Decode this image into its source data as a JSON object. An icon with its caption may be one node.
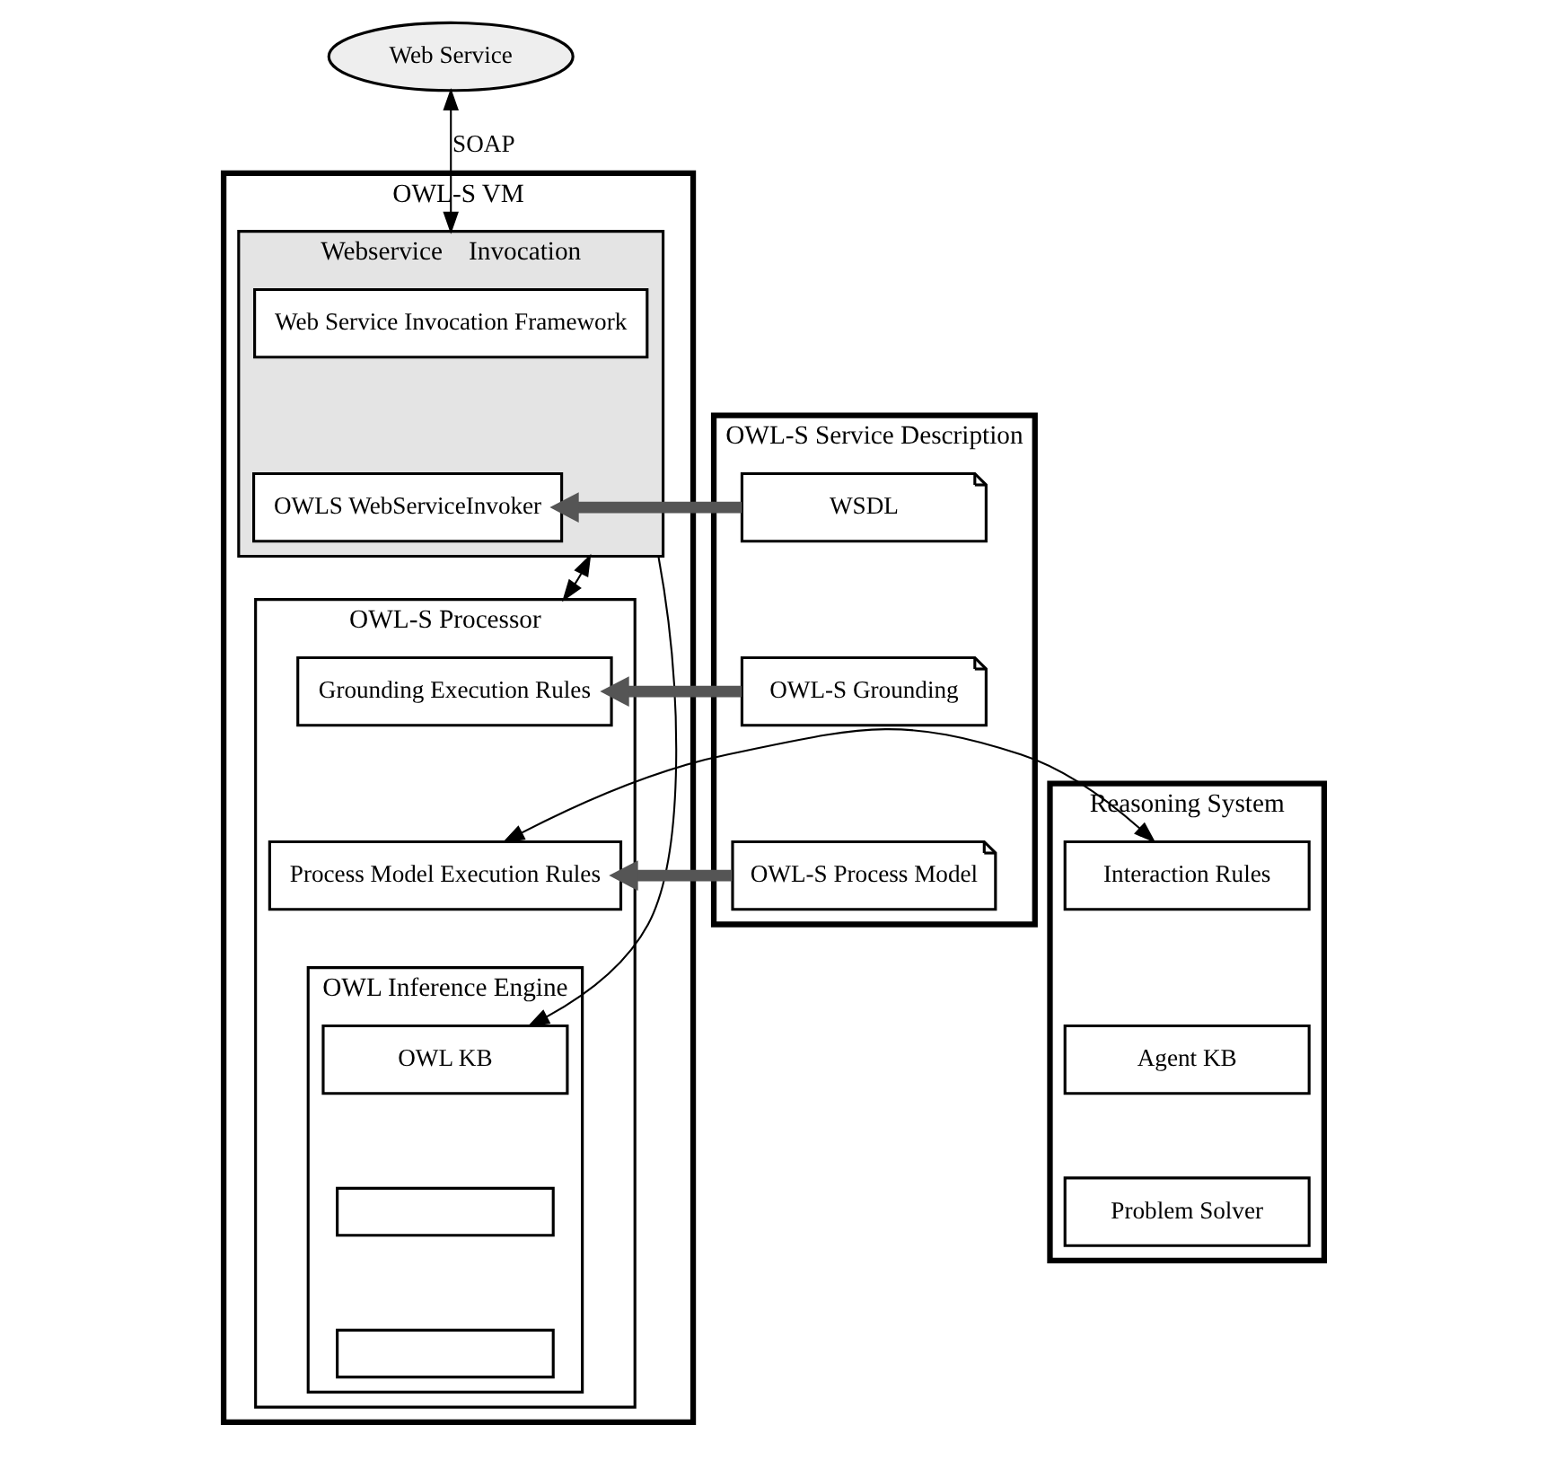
{
  "diagram": {
    "nodes": [
      {
        "text": [
          "Web Service"
        ]
      },
      {
        "text": [
          "OWL-S VM"
        ]
      },
      {
        "text": [
          "Webservice    Invocation"
        ],
        "in": 1
      },
      {
        "text": [
          "Web Service Invocation Framework"
        ],
        "in": 2
      },
      {
        "text": [
          "OWLS WebServiceInvoker"
        ],
        "in": 2
      },
      {
        "text": [
          "OWL-S Processor"
        ],
        "in": 1
      },
      {
        "text": [
          "Grounding Execution Rules"
        ],
        "in": 5
      },
      {
        "text": [
          "Process Model Execution Rules"
        ],
        "in": 5
      },
      {
        "text": [
          "OWL Inference Engine"
        ],
        "in": 5
      },
      {
        "text": [
          "OWL KB"
        ],
        "in": 8
      },
      {
        "text": [],
        "shape": "box",
        "in": 8
      },
      {
        "text": [],
        "shape": "box",
        "in": 8
      },
      {
        "text": [
          "OWL-S Service Description"
        ]
      },
      {
        "text": [
          "WSDL"
        ],
        "in": 12
      },
      {
        "text": [
          "OWL-S Grounding"
        ],
        "in": 12
      },
      {
        "text": [
          "OWL-S Process Model"
        ],
        "in": 12
      },
      {
        "text": [
          "Reasoning System"
        ]
      },
      {
        "text": [
          "Interaction Rules"
        ],
        "in": 16
      },
      {
        "text": [
          "Agent KB"
        ],
        "in": 16
      },
      {
        "text": [
          "Problem Solver"
        ],
        "in": 16
      }
    ],
    "edges": [
      {
        "from": 0,
        "to": 2,
        "arrow": "both",
        "label": "SOAP"
      },
      {
        "from": 2,
        "to": 5,
        "arrow": "both"
      },
      {
        "from": 13,
        "to": 4,
        "arrow": "to",
        "style": "thick"
      },
      {
        "from": 14,
        "to": 6,
        "arrow": "to",
        "style": "thick"
      },
      {
        "from": 15,
        "to": 7,
        "arrow": "to",
        "style": "thick"
      },
      {
        "from": 7,
        "to": 17,
        "arrow": "both"
      },
      {
        "from": 2,
        "to": 9,
        "arrow": "to"
      }
    ]
  }
}
